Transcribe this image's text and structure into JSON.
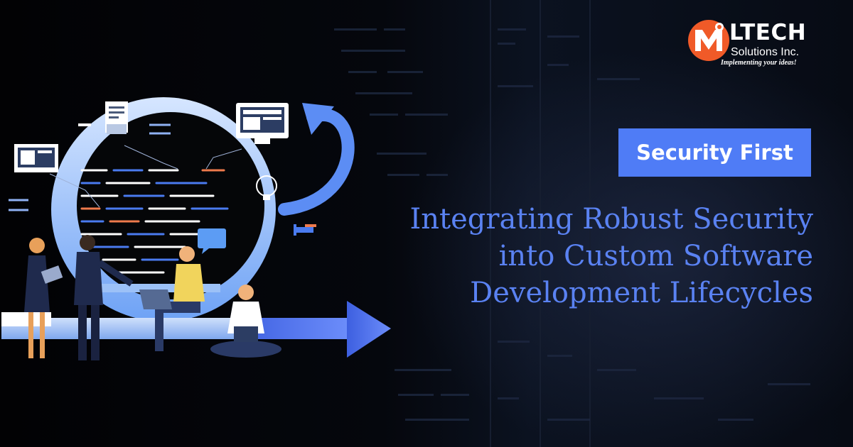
{
  "logo": {
    "name": "LTECH",
    "sub": "Solutions Inc.",
    "tagline": "Implementing your ideas!"
  },
  "badge": {
    "label": "Security First"
  },
  "headline": {
    "lines": [
      "Integrating Robust Security",
      "into Custom Software",
      "Development Lifecycles"
    ]
  },
  "colors": {
    "accent": "#4f7cf6",
    "headline": "#5a82f2",
    "logo_orange": "#f05a28",
    "background": "#05070d"
  },
  "icons": [
    "cycle-arrow-icon",
    "monitor-icon",
    "document-icon",
    "lightbulb-icon",
    "chat-bubble-icon",
    "laptop-icon"
  ]
}
